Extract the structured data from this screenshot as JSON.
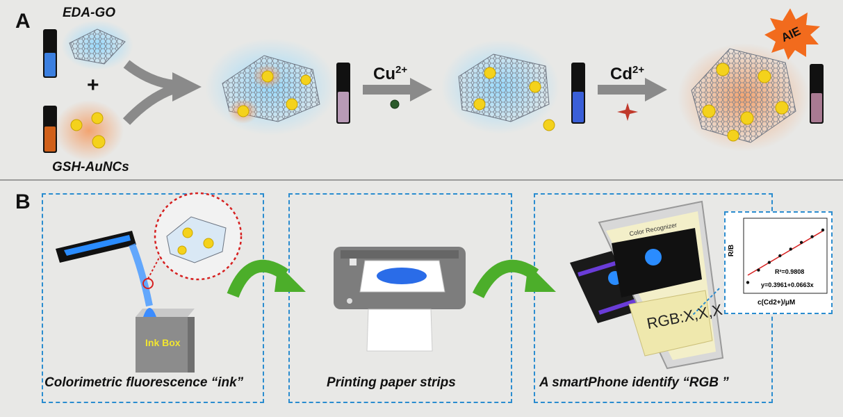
{
  "panel_a": {
    "label": "A",
    "eda_go_label": "EDA-GO",
    "plus_sign": "+",
    "gsh_label": "GSH-AuNCs",
    "cu_ion": "Cu",
    "cu_charge": "2+",
    "cd_ion": "Cd",
    "cd_charge": "2+",
    "aie_badge": "AIE"
  },
  "panel_b": {
    "label": "B",
    "ink_box_label": "Ink Box",
    "step1_caption": "Colorimetric fluorescence “ink”",
    "step2_caption": "Printing paper strips",
    "step3_caption": "A smartPhone identify   “RGB ”",
    "phone_header": "Color Recognizer",
    "phone_rgb_text": "RGB:X,X,X",
    "inset_plot": {
      "ylabel": "R/B",
      "xlabel": "c(Cd2+)/μM",
      "r2_text": "R²=0.9808",
      "equation_text": "y=0.3961+0.0663x"
    }
  },
  "colors": {
    "blue_fluorescence": "#2f7fe8",
    "orange_fluorescence": "#e06a1c",
    "pink_fluorescence": "#b68aa8",
    "arrow_green": "#4cae2a",
    "arrow_gray": "#8a8a8a",
    "dashed_box": "#2a8ccf",
    "fit_line": "#d62020"
  },
  "chart_data": {
    "type": "scatter",
    "xlabel": "c(Cd2+)/μM",
    "ylabel": "R/B",
    "x": [
      0,
      1,
      2,
      3,
      4,
      5,
      6,
      7
    ],
    "y": [
      0.32,
      0.45,
      0.53,
      0.6,
      0.67,
      0.74,
      0.8,
      0.87
    ],
    "fit": {
      "intercept": 0.3961,
      "slope": 0.0663,
      "r2": 0.9808
    }
  }
}
